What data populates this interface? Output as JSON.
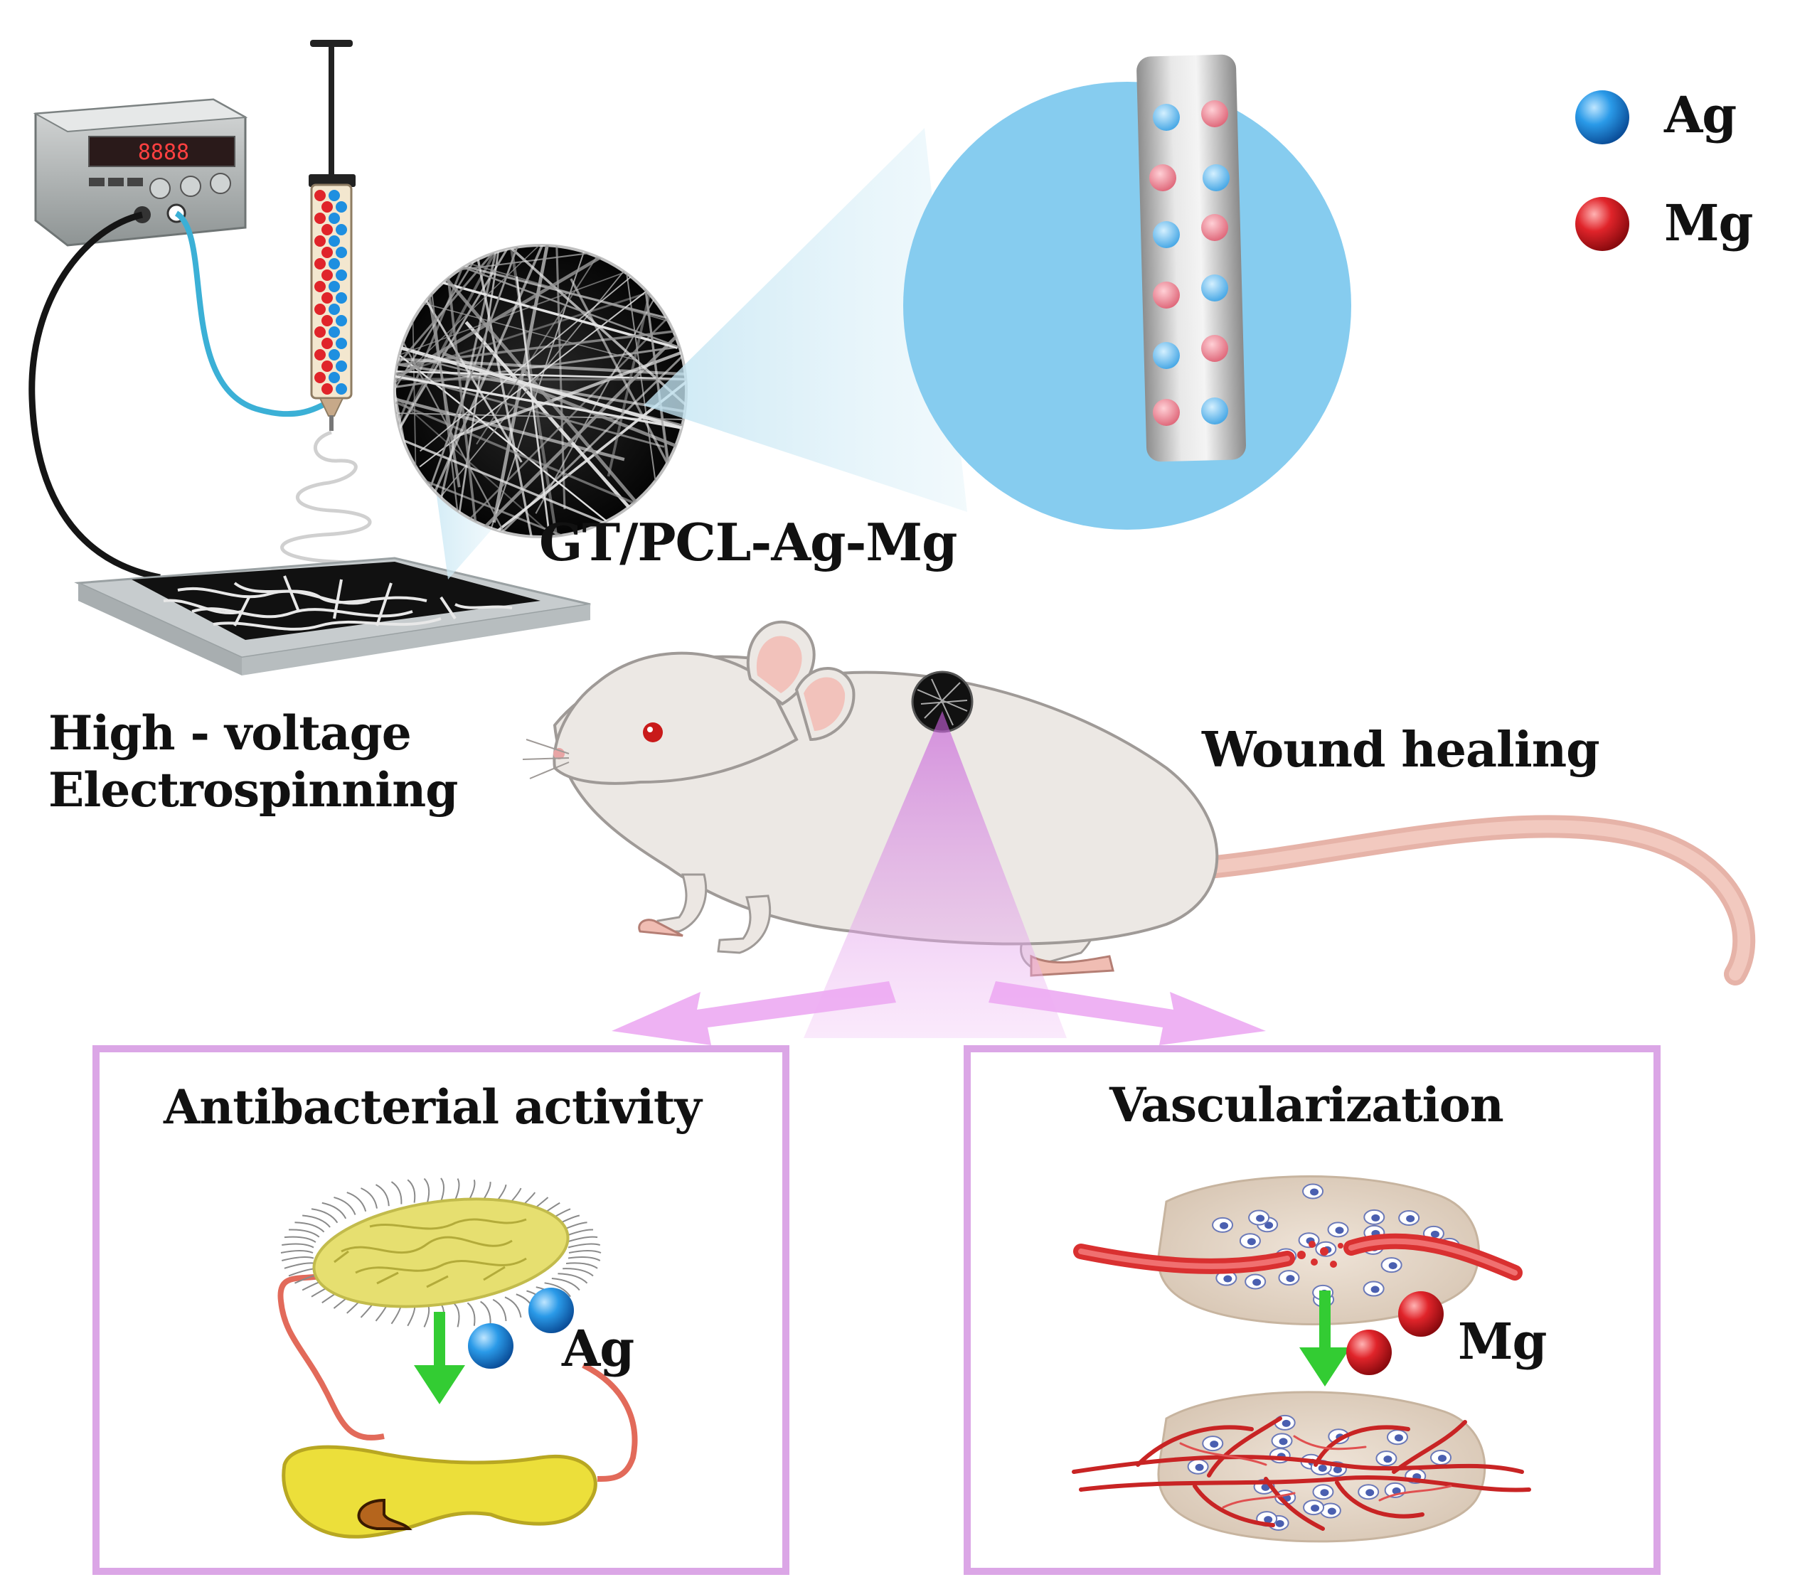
{
  "legend": {
    "ag_label": "Ag",
    "mg_label": "Mg",
    "ag_color": "#1e90e0",
    "mg_color": "#e0202a"
  },
  "labels": {
    "material": "GT/PCL-Ag-Mg",
    "process_line1": "High - voltage",
    "process_line2": "Electrospinning",
    "wound": "Wound healing"
  },
  "panels": {
    "left": {
      "title": "Antibacterial activity",
      "ion_label": "Ag"
    },
    "right": {
      "title": "Vascularization",
      "ion_label": "Mg"
    }
  },
  "colors": {
    "panel_border": "#dba6e6",
    "bubble": "#7fc8ee",
    "arrow_green": "#33cc33",
    "glow": "#e9a8f0"
  }
}
